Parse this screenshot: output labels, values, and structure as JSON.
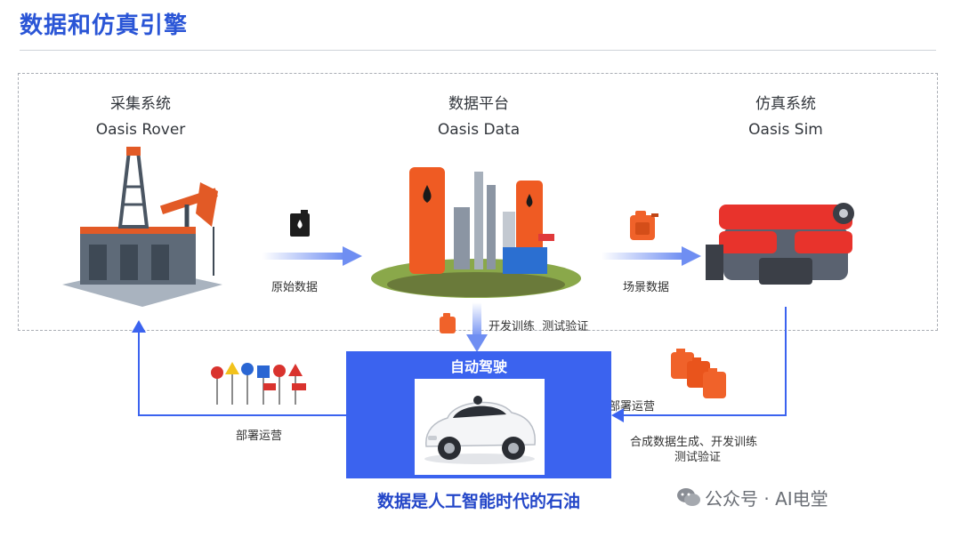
{
  "header": {
    "title": "数据和仿真引擎"
  },
  "columns": [
    {
      "title": "采集系统",
      "subtitle": "Oasis Rover",
      "icon": "oil-rig-icon"
    },
    {
      "title": "数据平台",
      "subtitle": "Oasis Data",
      "icon": "refinery-icon"
    },
    {
      "title": "仿真系统",
      "subtitle": "Oasis Sim",
      "icon": "engine-icon"
    }
  ],
  "flows": {
    "raw_data": "原始数据",
    "scene_data": "场景数据",
    "train_test": "开发训练  测试验证",
    "deploy_left": "部署运营",
    "deploy_right": "部署运营",
    "synth_line1": "合成数据生成、开发训练",
    "synth_line2": "测试验证"
  },
  "center": {
    "title": "自动驾驶"
  },
  "footer": {
    "slogan": "数据是人工智能时代的石油",
    "watermark": "公众号 · AI电堂"
  },
  "colors": {
    "accent": "#3b63ef",
    "title": "#2a55d6",
    "orange": "#f0622a",
    "arrow": "#8aa3f5"
  }
}
